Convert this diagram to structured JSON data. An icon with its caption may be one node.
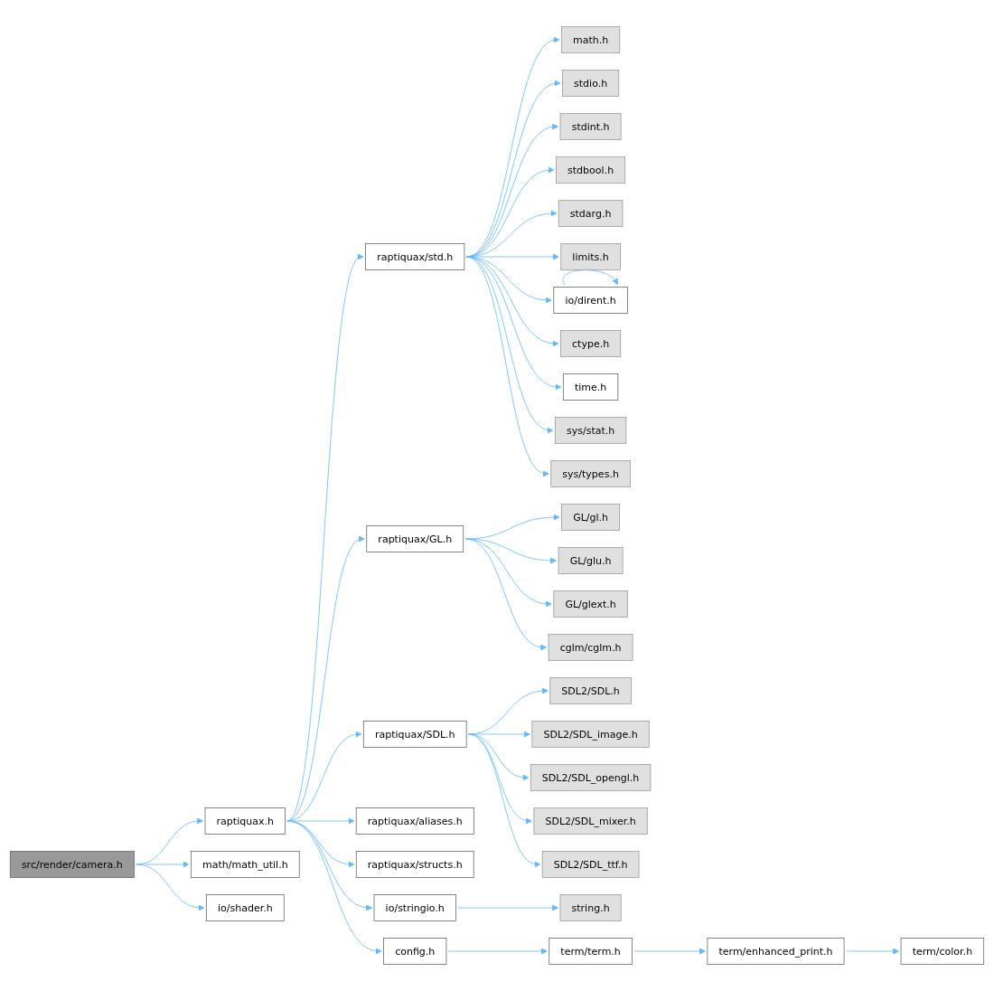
{
  "diagram": {
    "nodes": [
      {
        "text": [
          "src/render/camera.h"
        ]
      },
      {
        "text": [
          "raptiquax.h"
        ]
      },
      {
        "text": [
          "math/math_util.h"
        ]
      },
      {
        "text": [
          "io/shader.h"
        ]
      },
      {
        "text": [
          "raptiquax/std.h"
        ]
      },
      {
        "text": [
          "math.h"
        ]
      },
      {
        "text": [
          "stdio.h"
        ]
      },
      {
        "text": [
          "stdint.h"
        ]
      },
      {
        "text": [
          "stdbool.h"
        ]
      },
      {
        "text": [
          "stdarg.h"
        ]
      },
      {
        "text": [
          "limits.h"
        ]
      },
      {
        "text": [
          "io/dirent.h"
        ]
      },
      {
        "text": [
          "ctype.h"
        ]
      },
      {
        "text": [
          "time.h"
        ]
      },
      {
        "text": [
          "sys/stat.h"
        ]
      },
      {
        "text": [
          "sys/types.h"
        ]
      },
      {
        "text": [
          "raptiquax/GL.h"
        ]
      },
      {
        "text": [
          "GL/gl.h"
        ]
      },
      {
        "text": [
          "GL/glu.h"
        ]
      },
      {
        "text": [
          "GL/glext.h"
        ]
      },
      {
        "text": [
          "cglm/cglm.h"
        ]
      },
      {
        "text": [
          "raptiquax/SDL.h"
        ]
      },
      {
        "text": [
          "SDL2/SDL.h"
        ]
      },
      {
        "text": [
          "SDL2/SDL_image.h"
        ]
      },
      {
        "text": [
          "SDL2/SDL_opengl.h"
        ]
      },
      {
        "text": [
          "SDL2/SDL_mixer.h"
        ]
      },
      {
        "text": [
          "SDL2/SDL_ttf.h"
        ]
      },
      {
        "text": [
          "raptiquax/aliases.h"
        ]
      },
      {
        "text": [
          "raptiquax/structs.h"
        ]
      },
      {
        "text": [
          "io/stringio.h"
        ]
      },
      {
        "text": [
          "string.h"
        ]
      },
      {
        "text": [
          "config.h"
        ]
      },
      {
        "text": [
          "term/term.h"
        ]
      },
      {
        "text": [
          "term/enhanced_print.h"
        ]
      },
      {
        "text": [
          "term/color.h"
        ]
      }
    ],
    "edges": [
      {
        "from": 0,
        "to": 1,
        "arrow": "to"
      },
      {
        "from": 0,
        "to": 2,
        "arrow": "to"
      },
      {
        "from": 0,
        "to": 3,
        "arrow": "to"
      },
      {
        "from": 1,
        "to": 4,
        "arrow": "to"
      },
      {
        "from": 4,
        "to": 5,
        "arrow": "to"
      },
      {
        "from": 4,
        "to": 6,
        "arrow": "to"
      },
      {
        "from": 4,
        "to": 7,
        "arrow": "to"
      },
      {
        "from": 4,
        "to": 8,
        "arrow": "to"
      },
      {
        "from": 4,
        "to": 9,
        "arrow": "to"
      },
      {
        "from": 4,
        "to": 10,
        "arrow": "to"
      },
      {
        "from": 4,
        "to": 11,
        "arrow": "to"
      },
      {
        "from": 11,
        "to": 11,
        "arrow": "to"
      },
      {
        "from": 4,
        "to": 12,
        "arrow": "to"
      },
      {
        "from": 4,
        "to": 13,
        "arrow": "to"
      },
      {
        "from": 4,
        "to": 14,
        "arrow": "to"
      },
      {
        "from": 4,
        "to": 15,
        "arrow": "to"
      },
      {
        "from": 1,
        "to": 16,
        "arrow": "to"
      },
      {
        "from": 16,
        "to": 17,
        "arrow": "to"
      },
      {
        "from": 16,
        "to": 18,
        "arrow": "to"
      },
      {
        "from": 16,
        "to": 19,
        "arrow": "to"
      },
      {
        "from": 16,
        "to": 20,
        "arrow": "to"
      },
      {
        "from": 1,
        "to": 21,
        "arrow": "to"
      },
      {
        "from": 21,
        "to": 22,
        "arrow": "to"
      },
      {
        "from": 21,
        "to": 23,
        "arrow": "to"
      },
      {
        "from": 21,
        "to": 24,
        "arrow": "to"
      },
      {
        "from": 21,
        "to": 25,
        "arrow": "to"
      },
      {
        "from": 21,
        "to": 26,
        "arrow": "to"
      },
      {
        "from": 1,
        "to": 27,
        "arrow": "to"
      },
      {
        "from": 1,
        "to": 28,
        "arrow": "to"
      },
      {
        "from": 1,
        "to": 29,
        "arrow": "to"
      },
      {
        "from": 29,
        "to": 30,
        "arrow": "to"
      },
      {
        "from": 1,
        "to": 31,
        "arrow": "to"
      },
      {
        "from": 31,
        "to": 32,
        "arrow": "to"
      },
      {
        "from": 32,
        "to": 33,
        "arrow": "to"
      },
      {
        "from": 33,
        "to": 34,
        "arrow": "to"
      }
    ]
  }
}
